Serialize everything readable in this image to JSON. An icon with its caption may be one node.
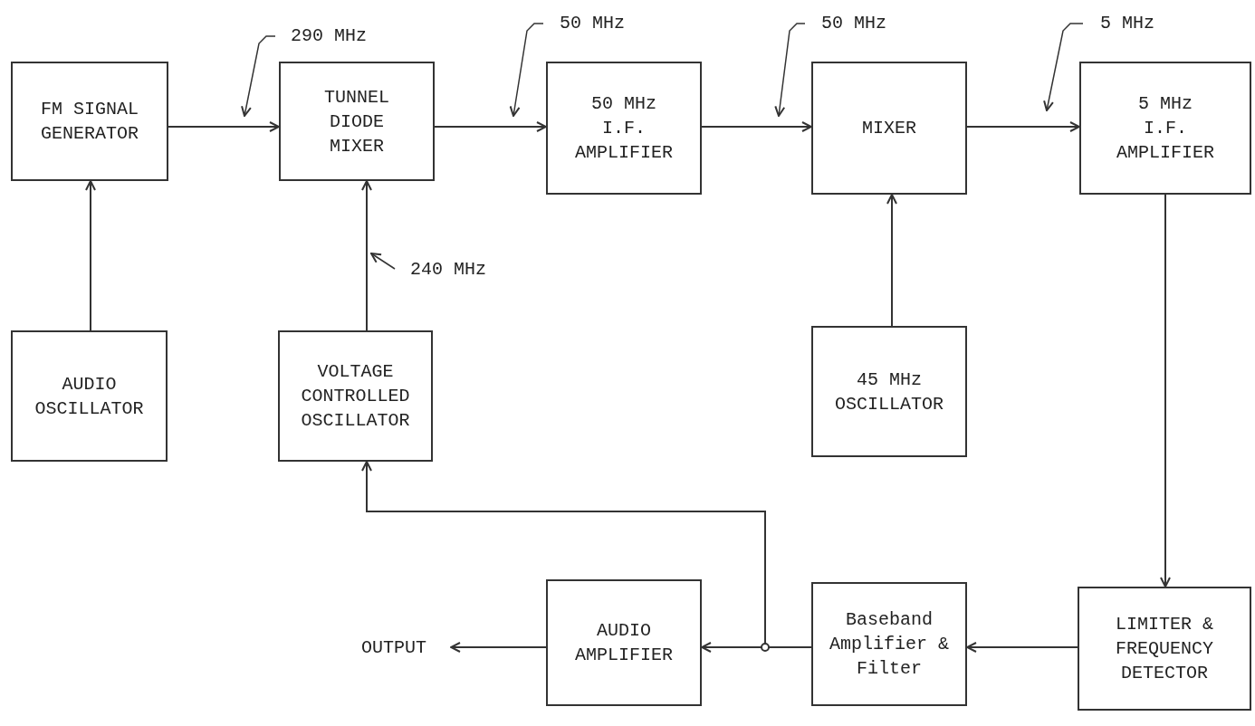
{
  "diagram": {
    "nodes": [
      {
        "text": [
          "FM SIGNAL GENERATOR"
        ]
      },
      {
        "text": [
          "TUNNEL DIODE MIXER"
        ]
      },
      {
        "text": [
          "50 MHz I.F. AMPLIFIER"
        ]
      },
      {
        "text": [
          "MIXER"
        ]
      },
      {
        "text": [
          "5 MHz I.F. AMPLIFIER"
        ]
      },
      {
        "text": [
          "AUDIO OSCILLATOR"
        ]
      },
      {
        "text": [
          "VOLTAGE CONTROLLED OSCILLATOR"
        ]
      },
      {
        "text": [
          "45 MHz OSCILLATOR"
        ]
      },
      {
        "text": [
          "AUDIO AMPLIFIER"
        ]
      },
      {
        "text": [
          "Baseband Amplifier & Filter"
        ]
      },
      {
        "text": [
          "LIMITER & FREQUENCY DETECTOR"
        ]
      },
      {
        "text": [
          "OUTPUT"
        ]
      },
      {
        "text": [
          "290 MHz"
        ]
      },
      {
        "text": [
          "50 MHz"
        ]
      },
      {
        "text": [
          "50 MHz"
        ]
      },
      {
        "text": [
          "5 MHz"
        ]
      },
      {
        "text": [
          "240 MHz"
        ]
      }
    ],
    "edges": [
      {
        "from": 0,
        "to": 1,
        "arrow": "to"
      },
      {
        "from": 1,
        "to": 2,
        "arrow": "to"
      },
      {
        "from": 2,
        "to": 3,
        "arrow": "to"
      },
      {
        "from": 3,
        "to": 4,
        "arrow": "to"
      },
      {
        "from": 5,
        "to": 0,
        "arrow": "to"
      },
      {
        "from": 6,
        "to": 1,
        "arrow": "to"
      },
      {
        "from": 7,
        "to": 3,
        "arrow": "to"
      },
      {
        "from": 4,
        "to": 10,
        "arrow": "to"
      },
      {
        "from": 10,
        "to": 9,
        "arrow": "to"
      },
      {
        "from": 9,
        "to": 8,
        "arrow": "to"
      },
      {
        "from": 8,
        "to": 11,
        "arrow": "to"
      },
      {
        "from": 9,
        "to": 6,
        "arrow": "to"
      },
      {
        "from": 12,
        "to": null,
        "arrow": "to"
      },
      {
        "from": 13,
        "to": null,
        "arrow": "to"
      },
      {
        "from": 14,
        "to": null,
        "arrow": "to"
      },
      {
        "from": 15,
        "to": null,
        "arrow": "to"
      },
      {
        "from": 16,
        "to": null,
        "arrow": "to"
      }
    ]
  }
}
